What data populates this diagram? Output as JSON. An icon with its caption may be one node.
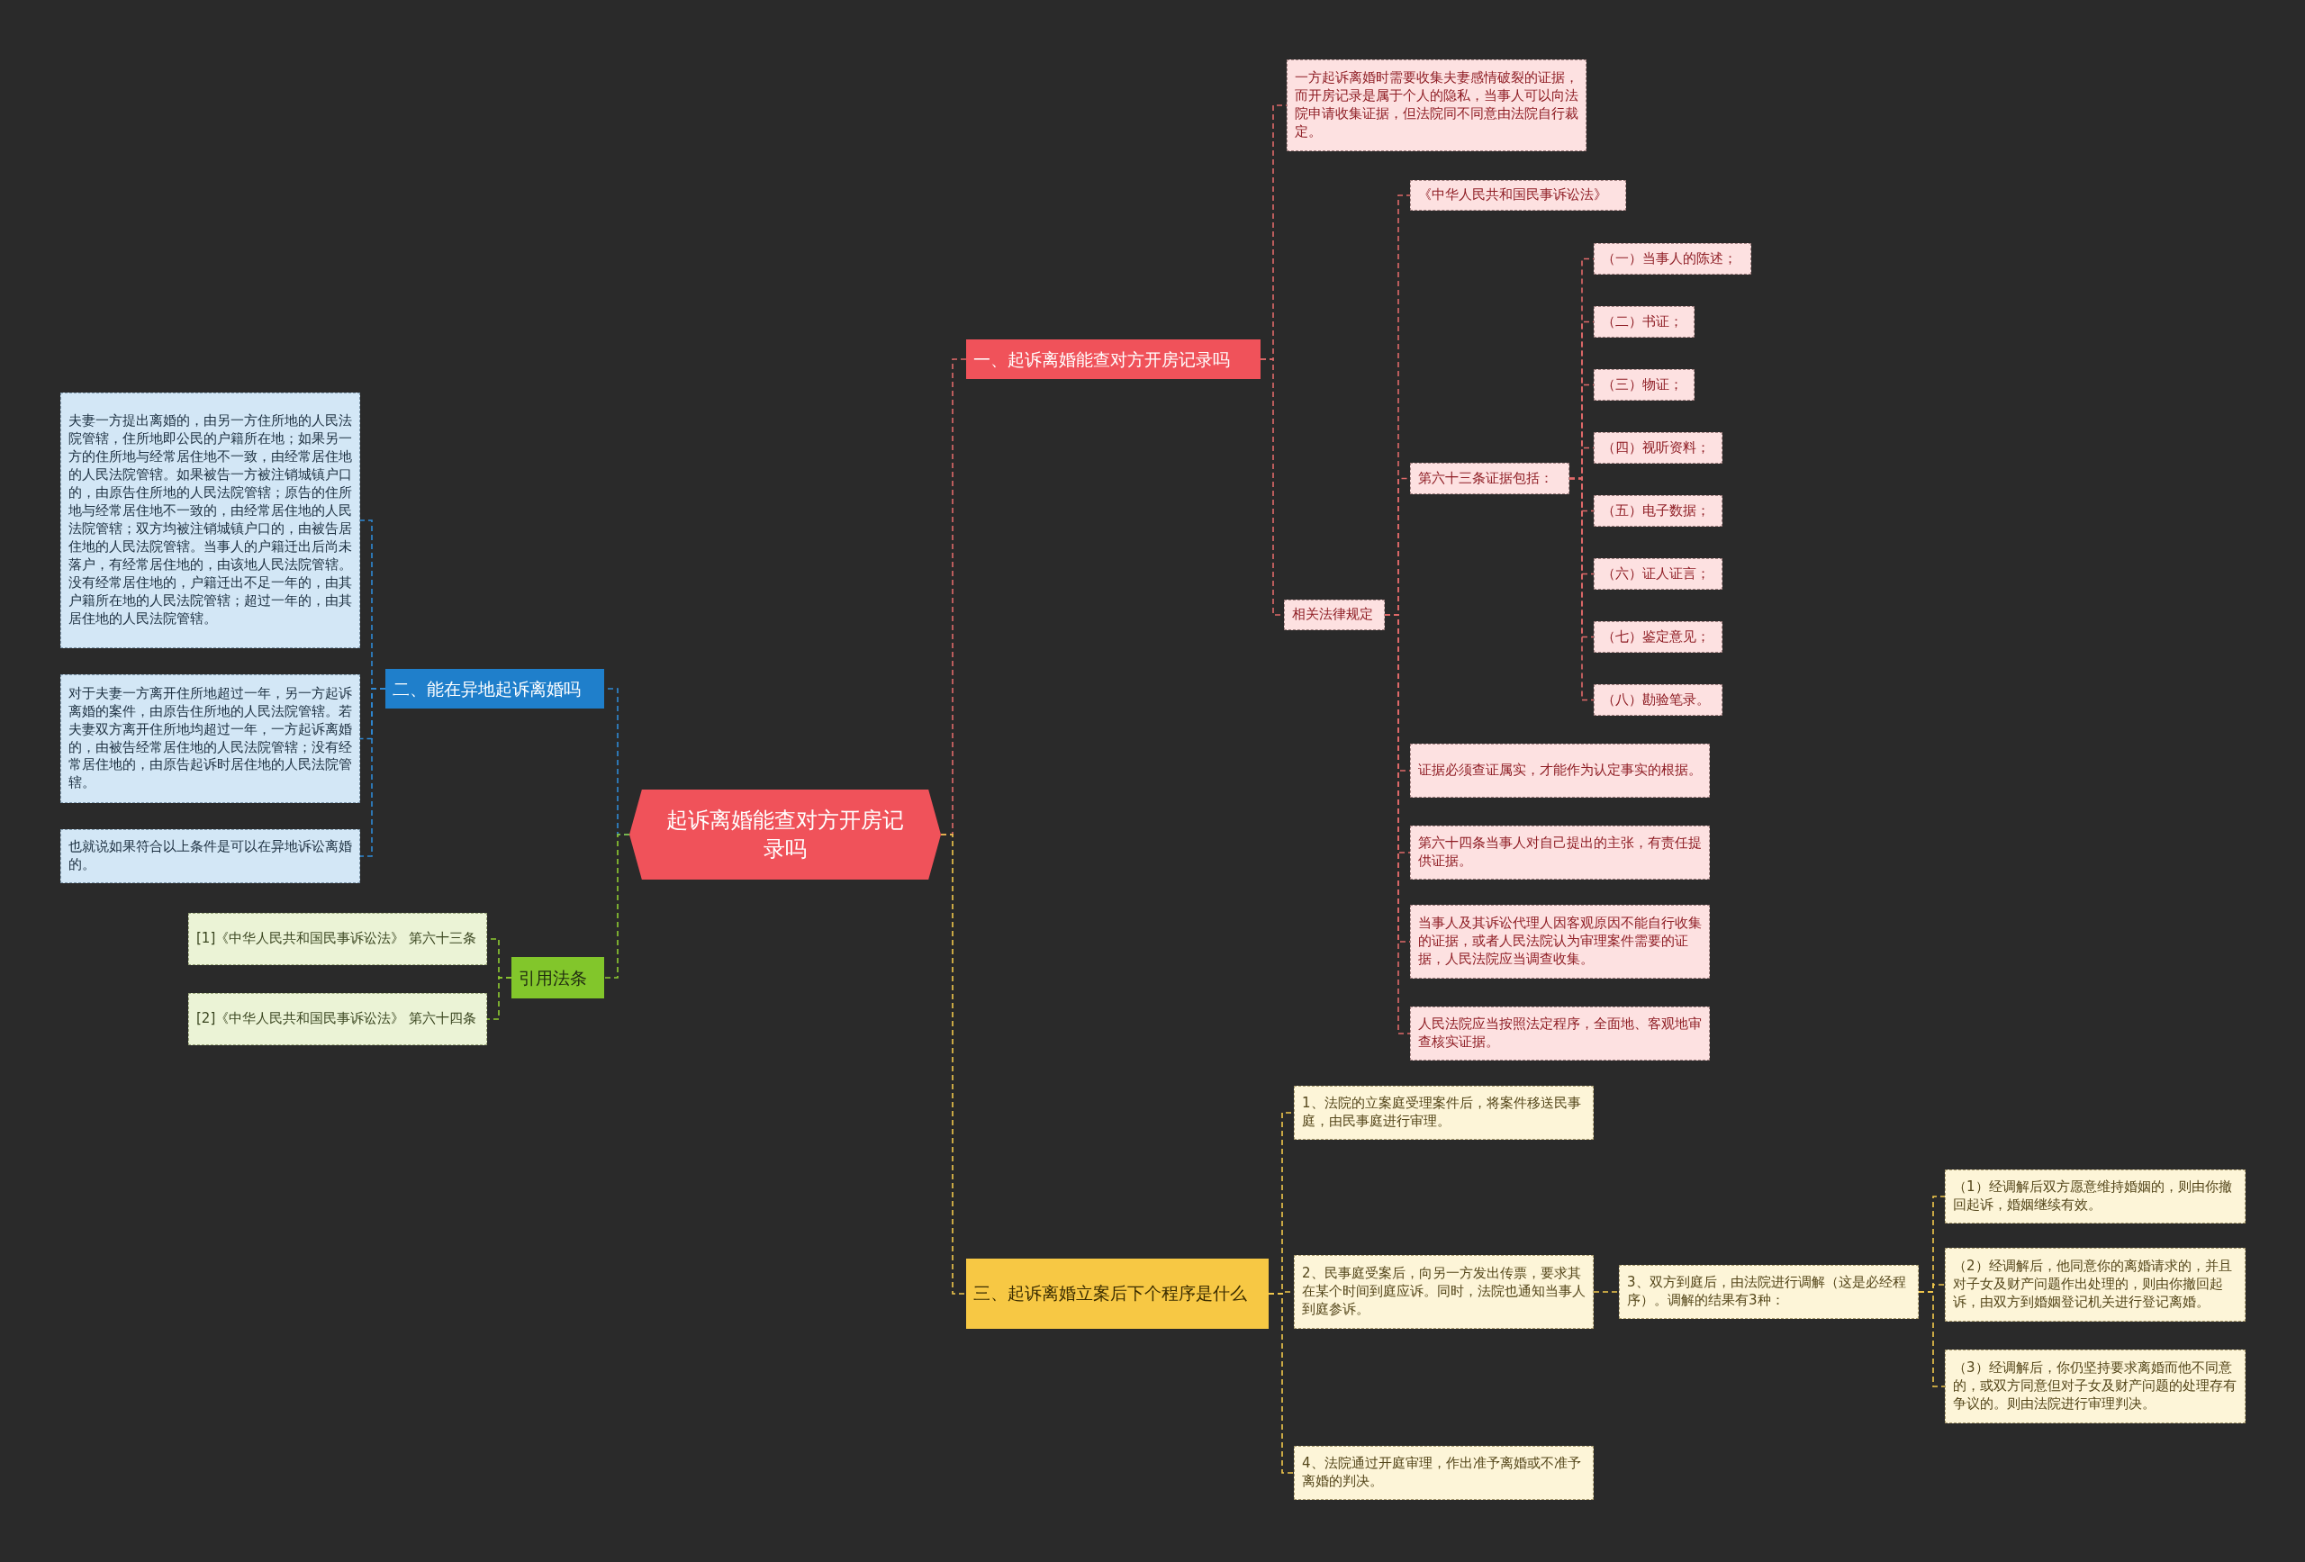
{
  "diagram": {
    "nodes": [
      {
        "text": [
          "起诉离婚能查对方开房记录吗"
        ]
      },
      {
        "text": [
          "一、起诉离婚能查对方开房记录吗"
        ]
      },
      {
        "text": [
          "一方起诉离婚时需要收集夫妻感情破裂的证据，而开房记录是属于个人的隐私，当事人可以向法院申请收集证据，但法院同不同意由法院自行裁定。"
        ]
      },
      {
        "text": [
          "相关法律规定"
        ]
      },
      {
        "text": [
          "《中华人民共和国民事诉讼法》"
        ]
      },
      {
        "text": [
          "第六十三条证据包括："
        ]
      },
      {
        "text": [
          "（一）当事人的陈述；"
        ]
      },
      {
        "text": [
          "（二）书证；"
        ]
      },
      {
        "text": [
          "（三）物证；"
        ]
      },
      {
        "text": [
          "（四）视听资料；"
        ]
      },
      {
        "text": [
          "（五）电子数据；"
        ]
      },
      {
        "text": [
          "（六）证人证言；"
        ]
      },
      {
        "text": [
          "（七）鉴定意见；"
        ]
      },
      {
        "text": [
          "（八）勘验笔录。"
        ]
      },
      {
        "text": [
          "证据必须查证属实，才能作为认定事实的根据。"
        ]
      },
      {
        "text": [
          "第六十四条当事人对自己提出的主张，有责任提供证据。"
        ]
      },
      {
        "text": [
          "当事人及其诉讼代理人因客观原因不能自行收集的证据，或者人民法院认为审理案件需要的证据，人民法院应当调查收集。"
        ]
      },
      {
        "text": [
          "人民法院应当按照法定程序，全面地、客观地审查核实证据。"
        ]
      },
      {
        "text": [
          "二、能在异地起诉离婚吗"
        ]
      },
      {
        "text": [
          "夫妻一方提出离婚的，由另一方住所地的人民法院管辖，住所地即公民的户籍所在地；如果另一方的住所地与经常居住地不一致，由经常居住地的人民法院管辖。如果被告一方被注销城镇户口的，由原告住所地的人民法院管辖；原告的住所地与经常居住地不一致的，由经常居住地的人民法院管辖；双方均被注销城镇户口的，由被告居住地的人民法院管辖。当事人的户籍迁出后尚未落户，有经常居住地的，由该地人民法院管辖。没有经常居住地的，户籍迁出不足一年的，由其户籍所在地的人民法院管辖；超过一年的，由其居住地的人民法院管辖。"
        ]
      },
      {
        "text": [
          "对于夫妻一方离开住所地超过一年，另一方起诉离婚的案件，由原告住所地的人民法院管辖。若夫妻双方离开住所地均超过一年，一方起诉离婚的，由被告经常居住地的人民法院管辖；没有经常居住地的，由原告起诉时居住地的人民法院管辖。"
        ]
      },
      {
        "text": [
          "也就说如果符合以上条件是可以在异地诉讼离婚的。"
        ]
      },
      {
        "text": [
          "引用法条"
        ]
      },
      {
        "text": [
          "[1]《中华人民共和国民事诉讼法》 第六十三条"
        ]
      },
      {
        "text": [
          "[2]《中华人民共和国民事诉讼法》 第六十四条"
        ]
      },
      {
        "text": [
          "三、起诉离婚立案后下个程序是什么"
        ]
      },
      {
        "text": [
          "1、法院的立案庭受理案件后，将案件移送民事庭，由民事庭进行审理。"
        ]
      },
      {
        "text": [
          "2、民事庭受案后，向另一方发出传票，要求其在某个时间到庭应诉。同时，法院也通知当事人到庭参诉。"
        ]
      },
      {
        "text": [
          "3、双方到庭后，由法院进行调解（这是必经程序）。调解的结果有3种："
        ]
      },
      {
        "text": [
          "（1）经调解后双方愿意维持婚姻的，则由你撤回起诉，婚姻继续有效。"
        ]
      },
      {
        "text": [
          "（2）经调解后，他同意你的离婚请求的，并且对子女及财产问题作出处理的，则由你撤回起诉，由双方到婚姻登记机关进行登记离婚。"
        ]
      },
      {
        "text": [
          "（3）经调解后，你仍坚持要求离婚而他不同意的，或双方同意但对子女及财产问题的处理存有争议的。则由法院进行审理判决。"
        ]
      },
      {
        "text": [
          "4、法院通过开庭审理，作出准予离婚或不准予离婚的判决。"
        ]
      }
    ],
    "edges": [
      {
        "from": 0,
        "to": 1,
        "arrow": "none",
        "style": "dashed"
      },
      {
        "from": 1,
        "to": 2,
        "arrow": "none",
        "style": "dashed"
      },
      {
        "from": 1,
        "to": 3,
        "arrow": "none",
        "style": "dashed"
      },
      {
        "from": 3,
        "to": 4,
        "arrow": "none",
        "style": "dashed"
      },
      {
        "from": 3,
        "to": 5,
        "arrow": "none",
        "style": "dashed"
      },
      {
        "from": 5,
        "to": 6,
        "arrow": "none",
        "style": "dashed"
      },
      {
        "from": 5,
        "to": 7,
        "arrow": "none",
        "style": "dashed"
      },
      {
        "from": 5,
        "to": 8,
        "arrow": "none",
        "style": "dashed"
      },
      {
        "from": 5,
        "to": 9,
        "arrow": "none",
        "style": "dashed"
      },
      {
        "from": 5,
        "to": 10,
        "arrow": "none",
        "style": "dashed"
      },
      {
        "from": 5,
        "to": 11,
        "arrow": "none",
        "style": "dashed"
      },
      {
        "from": 5,
        "to": 12,
        "arrow": "none",
        "style": "dashed"
      },
      {
        "from": 5,
        "to": 13,
        "arrow": "none",
        "style": "dashed"
      },
      {
        "from": 3,
        "to": 14,
        "arrow": "none",
        "style": "dashed"
      },
      {
        "from": 3,
        "to": 15,
        "arrow": "none",
        "style": "dashed"
      },
      {
        "from": 3,
        "to": 16,
        "arrow": "none",
        "style": "dashed"
      },
      {
        "from": 3,
        "to": 17,
        "arrow": "none",
        "style": "dashed"
      },
      {
        "from": 0,
        "to": 18,
        "arrow": "none",
        "style": "dashed",
        "color": "#2f8ad6"
      },
      {
        "from": 18,
        "to": 19,
        "arrow": "none",
        "style": "dashed",
        "color": "#2f8ad6"
      },
      {
        "from": 18,
        "to": 20,
        "arrow": "none",
        "style": "dashed",
        "color": "#2f8ad6"
      },
      {
        "from": 18,
        "to": 21,
        "arrow": "none",
        "style": "dashed",
        "color": "#2f8ad6"
      },
      {
        "from": 0,
        "to": 22,
        "arrow": "none",
        "style": "dashed",
        "color": "#8fcc32"
      },
      {
        "from": 22,
        "to": 23,
        "arrow": "none",
        "style": "dashed",
        "color": "#8fcc32"
      },
      {
        "from": 22,
        "to": 24,
        "arrow": "none",
        "style": "dashed",
        "color": "#8fcc32"
      },
      {
        "from": 0,
        "to": 25,
        "arrow": "none",
        "style": "dashed",
        "color": "#f2c94c"
      },
      {
        "from": 25,
        "to": 26,
        "arrow": "none",
        "style": "dashed",
        "color": "#f2c94c"
      },
      {
        "from": 25,
        "to": 27,
        "arrow": "none",
        "style": "dashed",
        "color": "#f2c94c"
      },
      {
        "from": 27,
        "to": 28,
        "arrow": "none",
        "style": "dashed",
        "color": "#f2c94c"
      },
      {
        "from": 28,
        "to": 29,
        "arrow": "none",
        "style": "dashed",
        "color": "#f2c94c"
      },
      {
        "from": 28,
        "to": 30,
        "arrow": "none",
        "style": "dashed",
        "color": "#f2c94c"
      },
      {
        "from": 28,
        "to": 31,
        "arrow": "none",
        "style": "dashed",
        "color": "#f2c94c"
      },
      {
        "from": 25,
        "to": 32,
        "arrow": "none",
        "style": "dashed",
        "color": "#f2c94c"
      }
    ]
  }
}
